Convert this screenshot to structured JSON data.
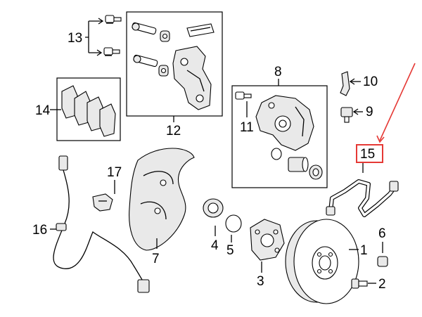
{
  "diagram": {
    "labels": {
      "p1": "1",
      "p2": "2",
      "p3": "3",
      "p4": "4",
      "p5": "5",
      "p6": "6",
      "p7": "7",
      "p8": "8",
      "p9": "9",
      "p10": "10",
      "p11": "11",
      "p12": "12",
      "p13": "13",
      "p14": "14",
      "p15": "15",
      "p16": "16",
      "p17": "17"
    },
    "colors": {
      "ink": "#000000",
      "highlight": "#e53935",
      "background": "#ffffff",
      "part_fill": "#e9e9e9"
    }
  }
}
